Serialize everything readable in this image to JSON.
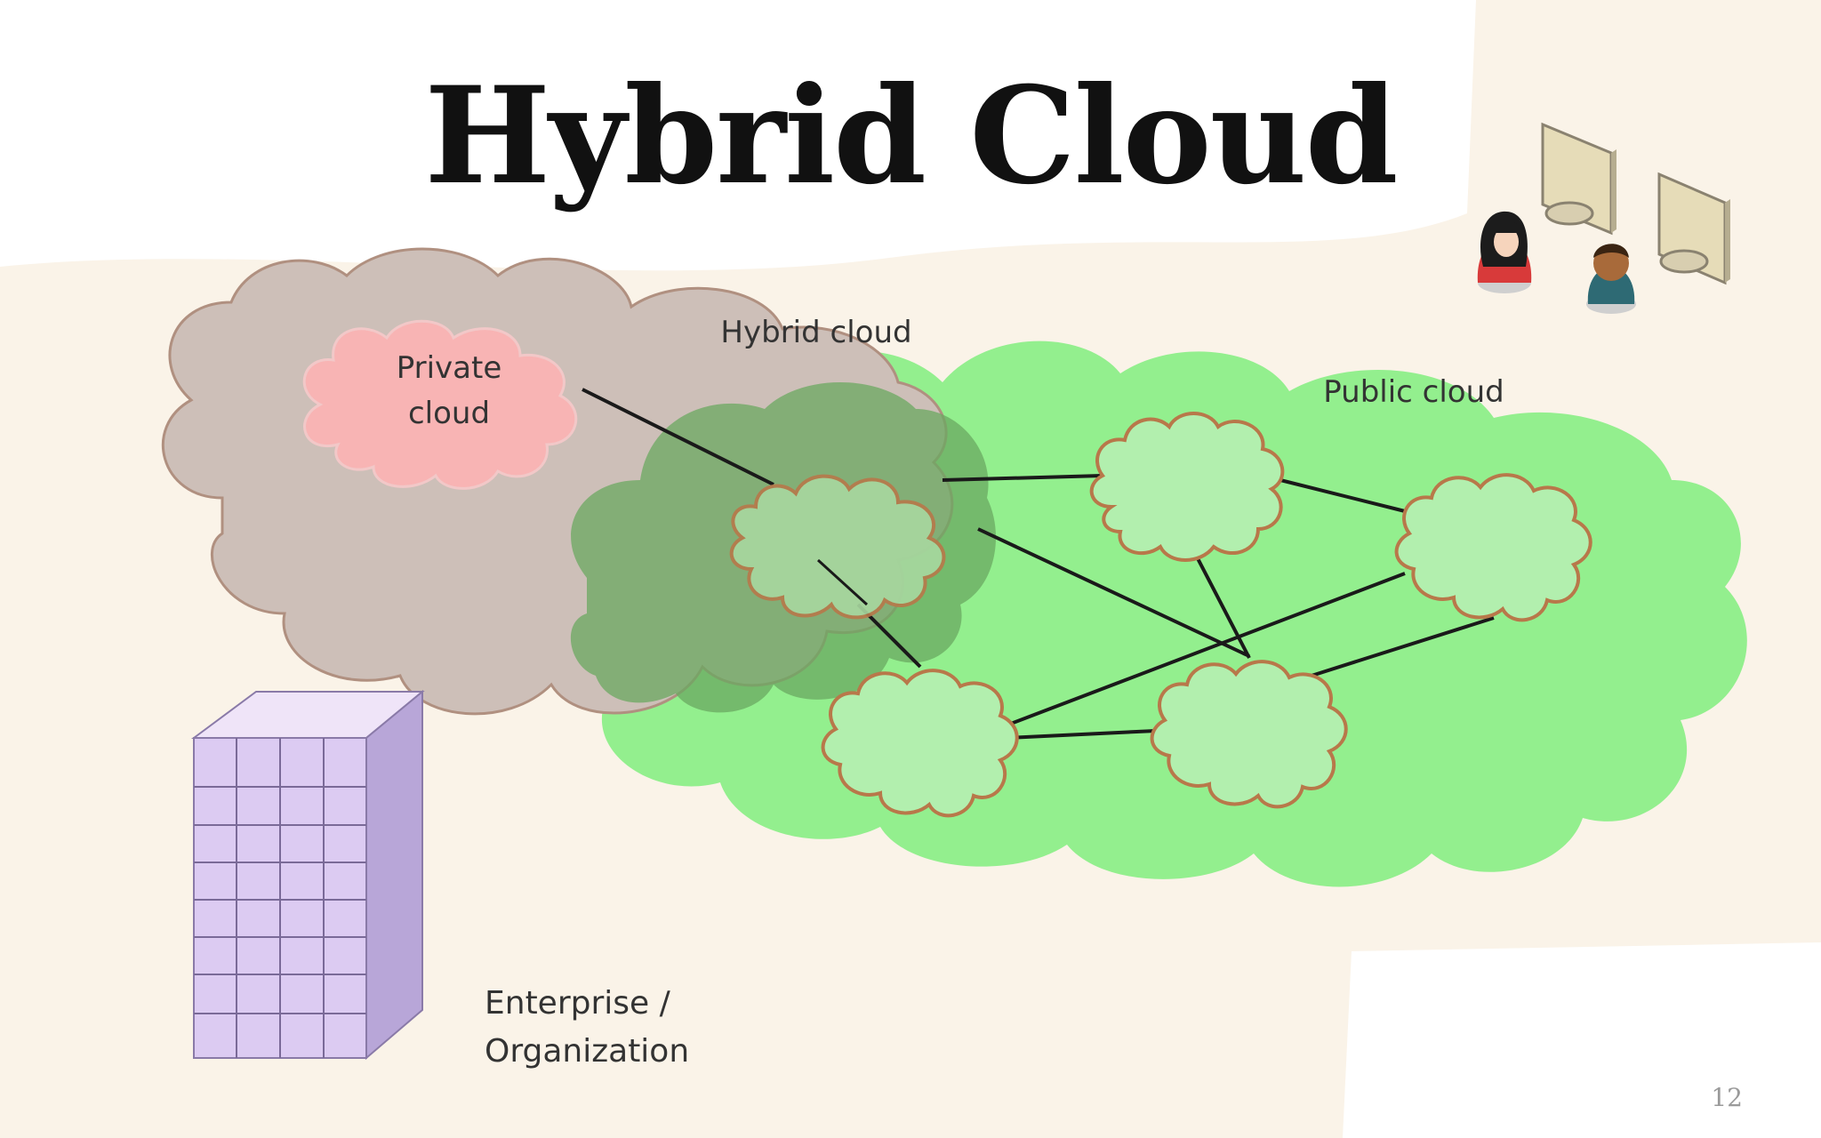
{
  "slide": {
    "title": "Hybrid Cloud",
    "page_number": "12"
  },
  "diagram": {
    "labels": {
      "private_cloud_line1": "Private",
      "private_cloud_line2": "cloud",
      "hybrid_cloud": "Hybrid cloud",
      "public_cloud": "Public cloud",
      "enterprise_line1": "Enterprise /",
      "enterprise_line2": "Organization"
    },
    "icons": [
      "monitor-icon",
      "monitor-icon",
      "woman-user-icon",
      "man-user-icon",
      "office-building-icon"
    ],
    "colors": {
      "private_region": "#cfc0b8",
      "private_cloud": "#f6b3b3",
      "public_region": "#90ee90",
      "hybrid_overlap": "#78b070",
      "node_fill": "#b4f0b0",
      "node_stroke": "#b87a4a",
      "building": "#d8c8f0"
    }
  }
}
